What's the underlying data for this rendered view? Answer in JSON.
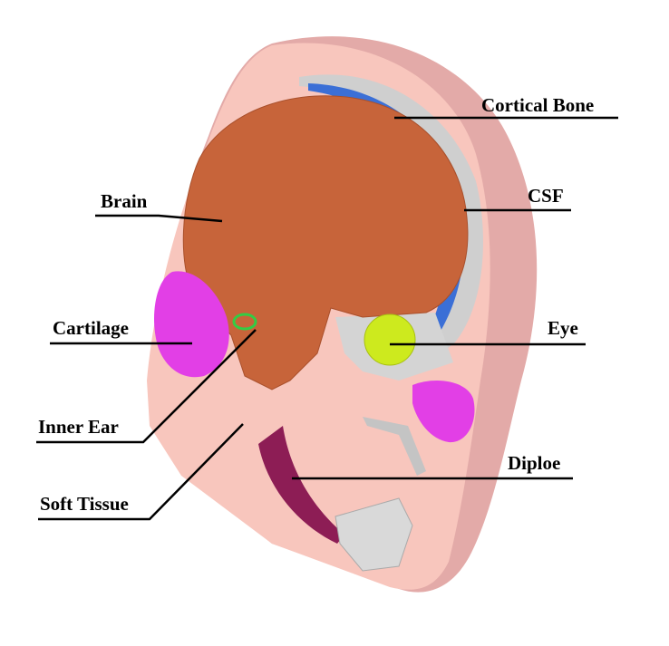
{
  "figure": {
    "labels": {
      "cortical_bone": "Cortical Bone",
      "csf": "CSF",
      "brain": "Brain",
      "cartilage": "Cartilage",
      "eye": "Eye",
      "inner_ear": "Inner Ear",
      "diploe": "Diploe",
      "soft_tissue": "Soft Tissue"
    },
    "colors": {
      "soft_tissue": "#f8c6bd",
      "skin_edge": "#e3aaa8",
      "brain": "#c7643a",
      "cartilage": "#e23fe6",
      "eye": "#cdea1e",
      "diploe": "#8d1d55",
      "bone": "#cfcfcf",
      "csf": "#3b6fd6"
    }
  }
}
